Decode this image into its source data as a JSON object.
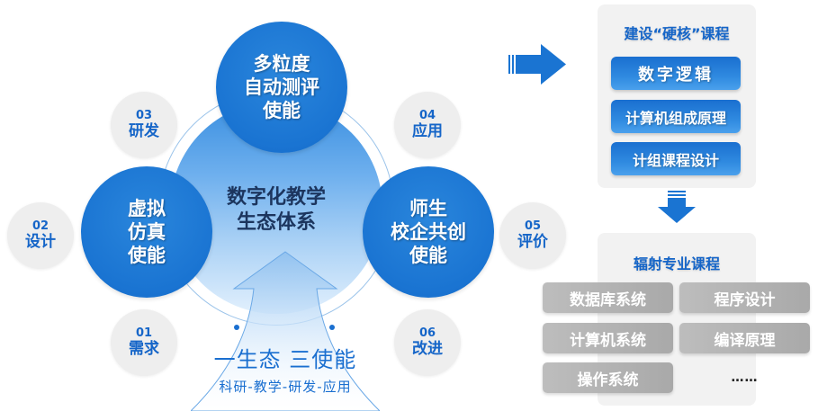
{
  "center": {
    "title_line1": "数字化教学",
    "title_line2": "生态体系",
    "slogan": "一生态 三使能",
    "slogan_sub": "科研-教学-研发-应用"
  },
  "enablers": [
    {
      "lines": [
        "多粒度",
        "自动测评",
        "使能"
      ]
    },
    {
      "lines": [
        "虚拟",
        "仿真",
        "使能"
      ]
    },
    {
      "lines": [
        "师生",
        "校企共创",
        "使能"
      ]
    }
  ],
  "steps": [
    {
      "num": "01",
      "label": "需求"
    },
    {
      "num": "02",
      "label": "设计"
    },
    {
      "num": "03",
      "label": "研发"
    },
    {
      "num": "04",
      "label": "应用"
    },
    {
      "num": "05",
      "label": "评价"
    },
    {
      "num": "06",
      "label": "改进"
    }
  ],
  "core_courses": {
    "title": "建设“硬核”课程",
    "items": [
      "数字逻辑",
      "计算机组成原理",
      "计组课程设计"
    ]
  },
  "radiate_courses": {
    "title": "辐射专业课程",
    "items": [
      "数据库系统",
      "程序设计",
      "计算机系统",
      "编译原理",
      "操作系统"
    ],
    "more": "……"
  },
  "colors": {
    "primary_blue": "#1a74d2",
    "dark_text": "#1c355e",
    "step_bg": "#eeeeee",
    "panel_bg": "#f2f2f2",
    "gray_button": "#b0b0b0"
  }
}
